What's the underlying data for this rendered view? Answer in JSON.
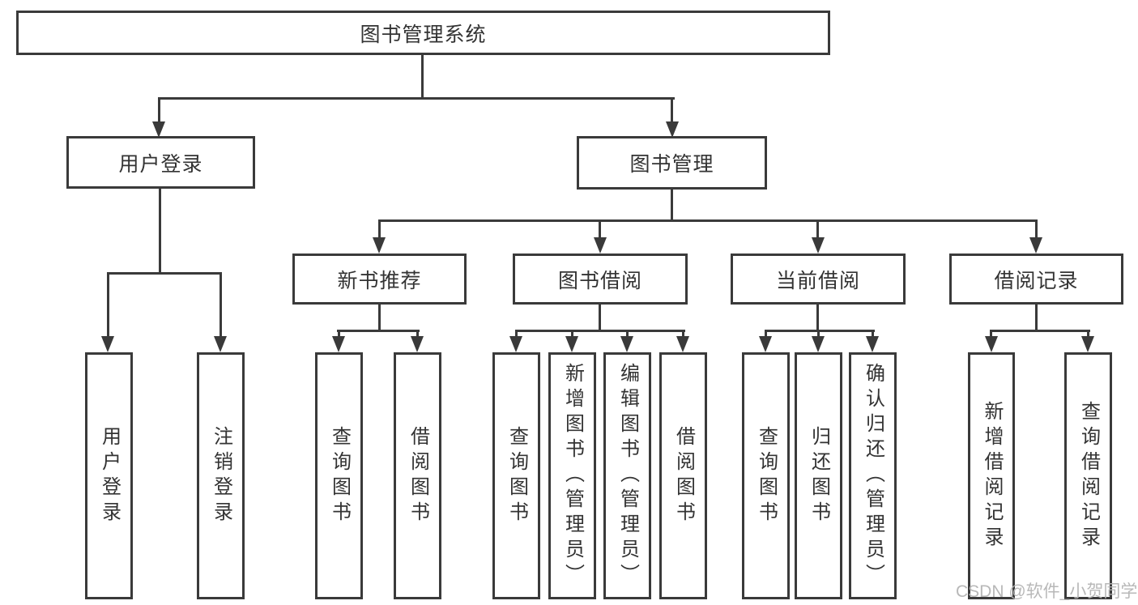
{
  "diagram": {
    "nodes": {
      "root": "图书管理系统",
      "user_login": "用户登录",
      "book_management": "图书管理",
      "new_books": "新书推荐",
      "book_borrowing": "图书借阅",
      "current_borrowing": "当前借阅",
      "borrowing_records": "借阅记录"
    },
    "leaves": {
      "user_login": [
        "用户登录",
        "注销登录"
      ],
      "new_books": [
        "查询图书",
        "借阅图书"
      ],
      "book_borrowing": [
        "查询图书",
        "新增图书（管理员）",
        "编辑图书（管理员）",
        "借阅图书"
      ],
      "current_borrowing": [
        "查询图书",
        "归还图书",
        "确认归还（管理员）"
      ],
      "borrowing_records": [
        "新增借阅记录",
        "查询借阅记录"
      ]
    },
    "watermark": "CSDN @软件_小贺同学",
    "colors": {
      "line": "#3a3a3a",
      "text": "#333333",
      "watermark": "#b5b5b5",
      "background": "#ffffff"
    }
  }
}
